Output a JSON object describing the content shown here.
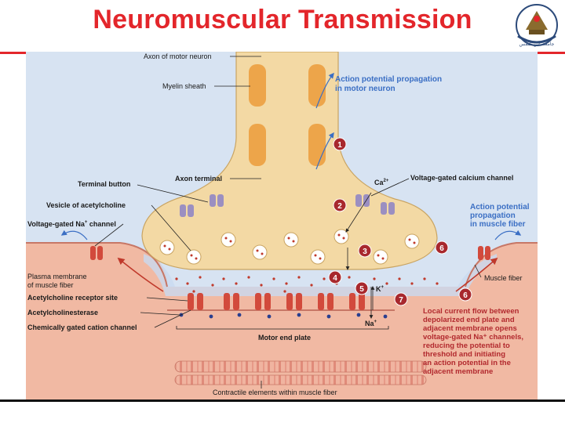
{
  "title": "Neuromuscular Transmission",
  "logo": {
    "text": "جامعة عين شمس"
  },
  "labels": {
    "axon": "Axon of motor neuron",
    "myelin": "Myelin sheath",
    "axon_terminal": "Axon terminal",
    "terminal_button": "Terminal button",
    "vesicle": "Vesicle of acetylcholine",
    "vg_na_1": "Voltage-gated Na",
    "vg_na_2": " channel",
    "plasma_1": "Plasma membrane",
    "plasma_2": "of muscle fiber",
    "ach_receptor": "Acetylcholine receptor site",
    "ache": "Acetylcholinesterase",
    "chem_gated": "Chemically gated cation channel",
    "motor_end_plate": "Motor end plate",
    "contractile": "Contractile elements within muscle fiber",
    "vg_ca": "Voltage-gated calcium channel",
    "ca": "Ca",
    "ca_sup": "2+",
    "k": "K",
    "k_sup": "+",
    "na": "Na",
    "na_sup": "+",
    "muscle_fiber": "Muscle fiber"
  },
  "notes": {
    "ap_neuron": [
      "Action potential propagation",
      "in motor neuron"
    ],
    "ap_muscle": [
      "Action potential",
      "propagation",
      "in muscle fiber"
    ],
    "local_current": [
      "Local current flow between",
      "depolarized end plate and",
      "adjacent membrane opens",
      "voltage-gated Na⁺ channels,",
      "reducing the potential to",
      "threshold and initiating",
      "an action potential in the",
      "adjacent membrane"
    ]
  },
  "steps": [
    "1",
    "2",
    "3",
    "4",
    "5",
    "6",
    "6",
    "7"
  ],
  "colors": {
    "title": "#e3262b",
    "axon": "#f3d9a4",
    "myelin": "#eda54a",
    "muscle": "#f1b9a3",
    "cleft": "#c9daf0",
    "step": "#a8282d",
    "note_blue": "#3b6fc4",
    "note_red": "#b2292e"
  }
}
